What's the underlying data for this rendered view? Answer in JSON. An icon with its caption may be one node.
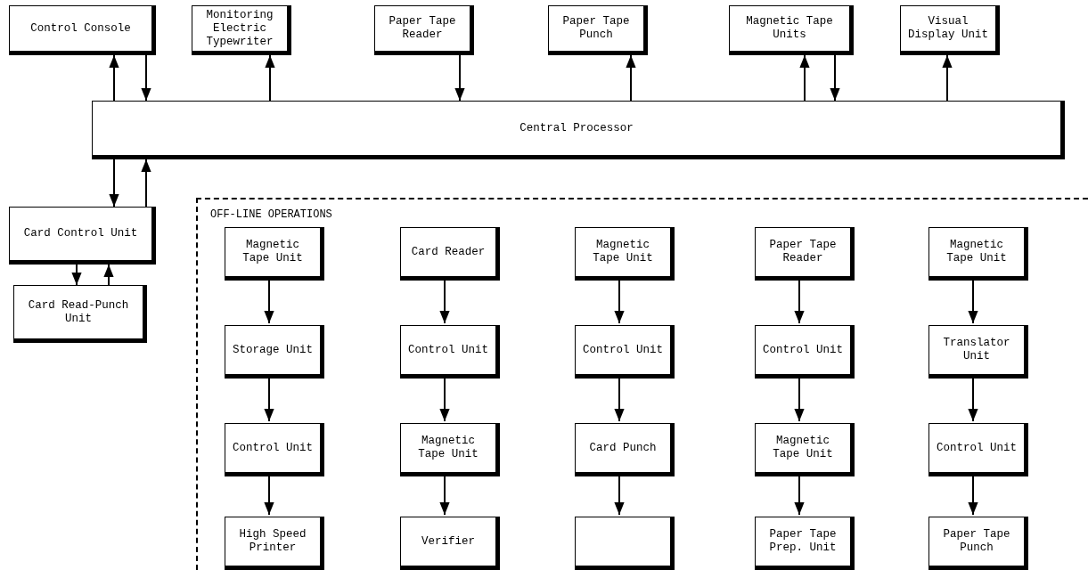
{
  "diagram": {
    "nodes": [
      {
        "text": [
          "Control Console"
        ]
      },
      {
        "text": [
          "Monitoring Electric Typewriter"
        ]
      },
      {
        "text": [
          "Paper Tape Reader"
        ]
      },
      {
        "text": [
          "Paper Tape Punch"
        ]
      },
      {
        "text": [
          "Magnetic Tape Units"
        ]
      },
      {
        "text": [
          "Visual Display Unit"
        ]
      },
      {
        "text": [
          "Central Processor"
        ]
      },
      {
        "text": [
          "Card Control Unit"
        ]
      },
      {
        "text": [
          "Card Read-Punch Unit"
        ]
      },
      {
        "text": [
          "OFF-LINE OPERATIONS"
        ]
      },
      {
        "text": [
          "Magnetic Tape Unit"
        ],
        "in": 9
      },
      {
        "text": [
          "Card Reader"
        ],
        "in": 9
      },
      {
        "text": [
          "Magnetic Tape Unit"
        ],
        "in": 9
      },
      {
        "text": [
          "Paper Tape Reader"
        ],
        "in": 9
      },
      {
        "text": [
          "Magnetic Tape Unit"
        ],
        "in": 9
      },
      {
        "text": [
          "Storage Unit"
        ],
        "in": 9
      },
      {
        "text": [
          "Control Unit"
        ],
        "in": 9
      },
      {
        "text": [
          "Control Unit"
        ],
        "in": 9
      },
      {
        "text": [
          "Control Unit"
        ],
        "in": 9
      },
      {
        "text": [
          "Translator Unit"
        ],
        "in": 9
      },
      {
        "text": [
          "Control Unit"
        ],
        "in": 9
      },
      {
        "text": [
          "Magnetic Tape Unit"
        ],
        "in": 9
      },
      {
        "text": [
          "Card Punch"
        ],
        "in": 9
      },
      {
        "text": [
          "Magnetic Tape Unit"
        ],
        "in": 9
      },
      {
        "text": [
          "Control Unit"
        ],
        "in": 9
      },
      {
        "text": [
          "High Speed Printer"
        ],
        "in": 9
      },
      {
        "text": [
          "Verifier"
        ],
        "in": 9
      },
      {
        "text": [],
        "shape": "box",
        "in": 9
      },
      {
        "text": [
          "Paper Tape Prep. Unit"
        ],
        "in": 9
      },
      {
        "text": [
          "Paper Tape Punch"
        ],
        "in": 9
      }
    ],
    "edges": [
      {
        "from": 6,
        "to": 0,
        "arrow": "to"
      },
      {
        "from": 0,
        "to": 6,
        "arrow": "to"
      },
      {
        "from": 6,
        "to": 1,
        "arrow": "to"
      },
      {
        "from": 2,
        "to": 6,
        "arrow": "to"
      },
      {
        "from": 6,
        "to": 3,
        "arrow": "to"
      },
      {
        "from": 6,
        "to": 4,
        "arrow": "to"
      },
      {
        "from": 4,
        "to": 6,
        "arrow": "to"
      },
      {
        "from": 6,
        "to": 5,
        "arrow": "to"
      },
      {
        "from": 6,
        "to": 7,
        "arrow": "to"
      },
      {
        "from": 7,
        "to": 6,
        "arrow": "to"
      },
      {
        "from": 7,
        "to": 8,
        "arrow": "to"
      },
      {
        "from": 8,
        "to": 7,
        "arrow": "to"
      },
      {
        "from": 10,
        "to": 15,
        "arrow": "to"
      },
      {
        "from": 15,
        "to": 20,
        "arrow": "to"
      },
      {
        "from": 20,
        "to": 25,
        "arrow": "to"
      },
      {
        "from": 11,
        "to": 16,
        "arrow": "to"
      },
      {
        "from": 16,
        "to": 21,
        "arrow": "to"
      },
      {
        "from": 21,
        "to": 26,
        "arrow": "to"
      },
      {
        "from": 12,
        "to": 17,
        "arrow": "to"
      },
      {
        "from": 17,
        "to": 22,
        "arrow": "to"
      },
      {
        "from": 22,
        "to": 27,
        "arrow": "to"
      },
      {
        "from": 13,
        "to": 18,
        "arrow": "to"
      },
      {
        "from": 18,
        "to": 23,
        "arrow": "to"
      },
      {
        "from": 23,
        "to": 28,
        "arrow": "to"
      },
      {
        "from": 14,
        "to": 19,
        "arrow": "to"
      },
      {
        "from": 19,
        "to": 24,
        "arrow": "to"
      },
      {
        "from": 24,
        "to": 29,
        "arrow": "to"
      }
    ]
  }
}
